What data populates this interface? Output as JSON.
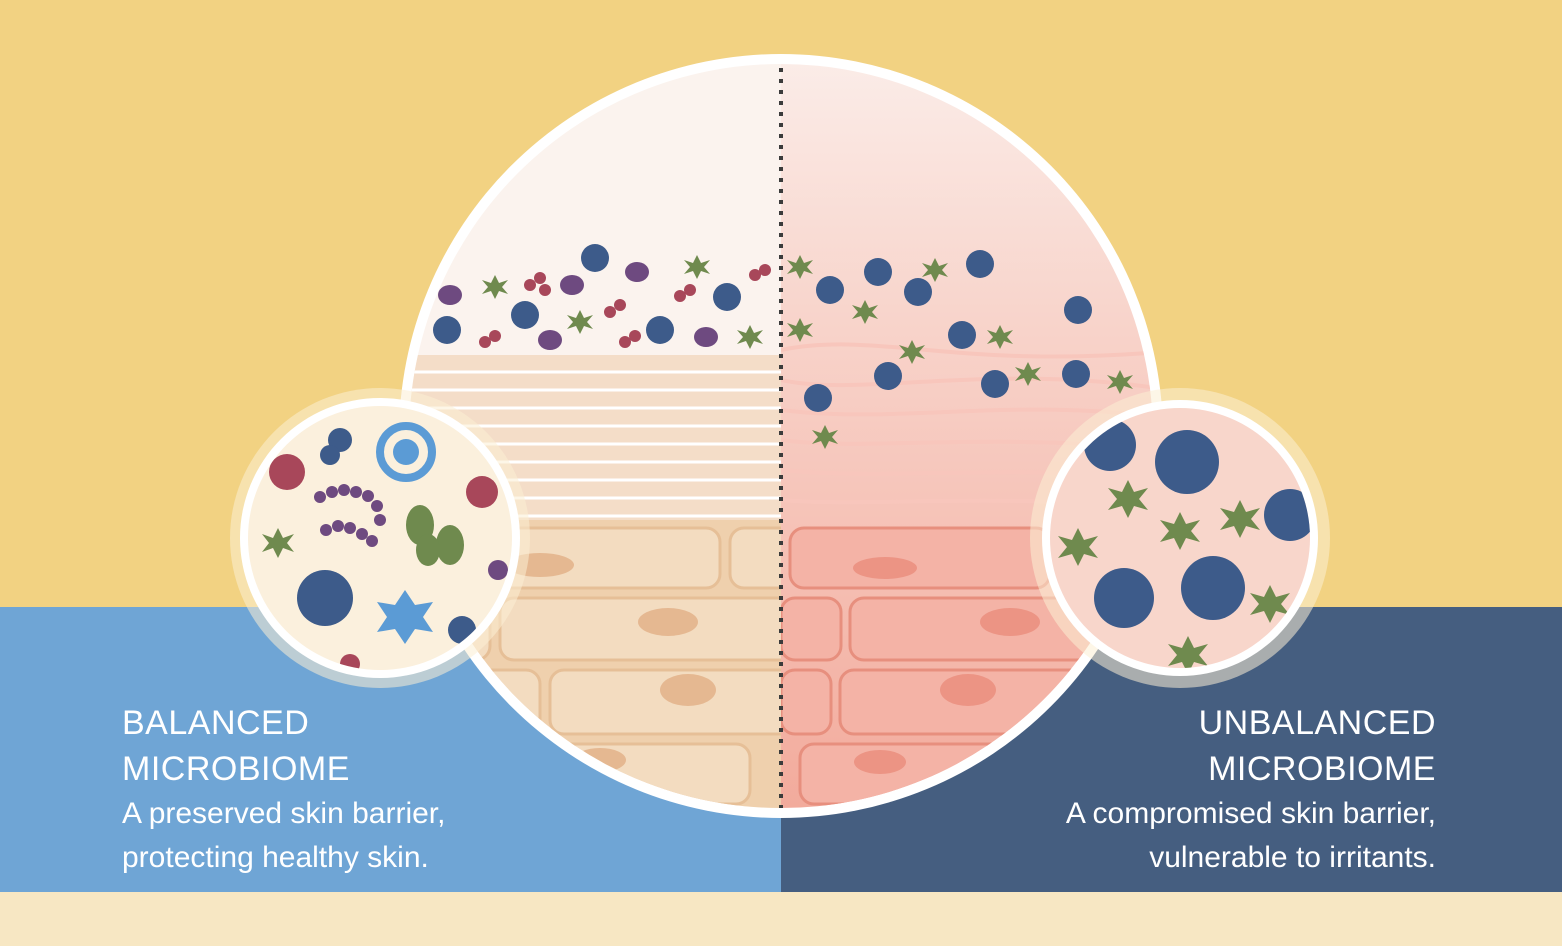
{
  "palette": {
    "top_band": "#f2d282",
    "left_band": "#6fa5d5",
    "right_band": "#455e80",
    "bottom_band": "#f7e7c3",
    "healthy_skin": "#f1d6b5",
    "irritated_skin": "#f2a899",
    "microbe_navy": "#3d5b8a",
    "microbe_purple": "#6e4a80",
    "microbe_green": "#6f8a4e",
    "microbe_red": "#a8475a",
    "microbe_light_blue": "#5b9bd5"
  },
  "icons": [
    "divider-dotted-line",
    "microbe-icon",
    "magnifier-lens-icon"
  ],
  "left": {
    "title_line1": "BALANCED",
    "title_line2": "MICROBIOME",
    "desc_line1": "A preserved skin barrier,",
    "desc_line2": "protecting healthy skin."
  },
  "right": {
    "title_line1": "UNBALANCED",
    "title_line2": "MICROBIOME",
    "desc_line1": "A compromised  skin barrier,",
    "desc_line2": "vulnerable to irritants."
  }
}
